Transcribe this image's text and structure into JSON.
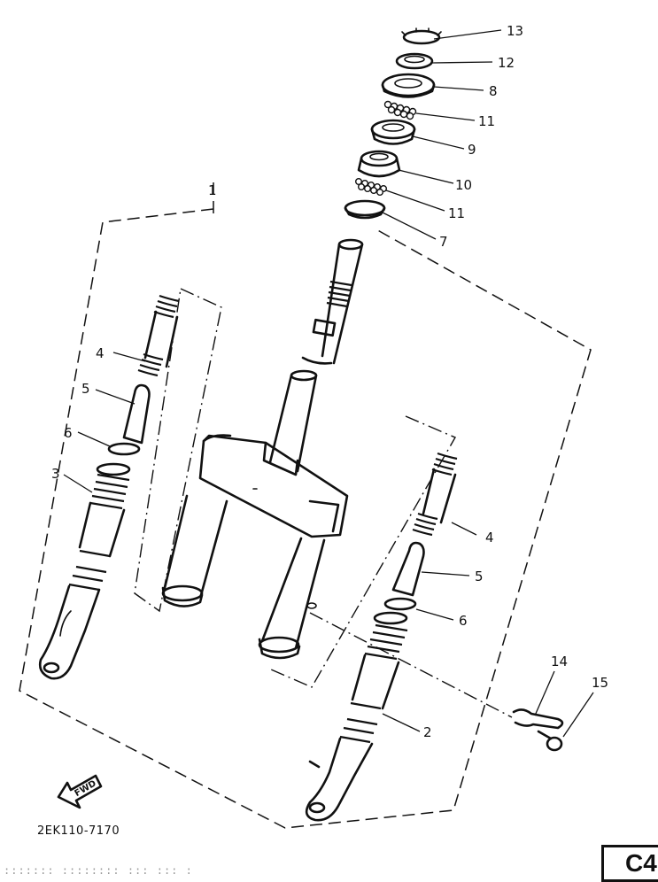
{
  "diagram": {
    "callouts": [
      "13",
      "12",
      "8",
      "11",
      "9",
      "10",
      "11",
      "7",
      "1",
      "4",
      "5",
      "6",
      "3",
      "4",
      "5",
      "6",
      "2",
      "14",
      "15"
    ],
    "direction_arrow": "FWD",
    "drawing_code": "2EK110-7170",
    "page_label": "C4",
    "footer_text": "::::::: :::::::: ::: ::: :"
  }
}
